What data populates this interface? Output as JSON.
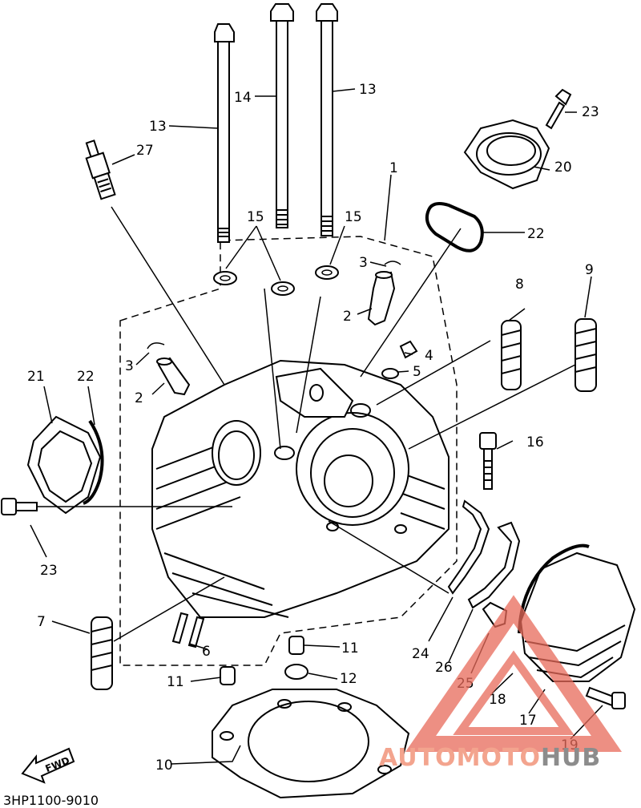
{
  "diagram": {
    "code": "3HP1100-9010",
    "fwd_label": "FWD",
    "watermark": {
      "part1": "AUTOMOTO",
      "part2": "HUB",
      "color_red": "#e86a5a",
      "color_grey": "#8c8c8c"
    },
    "callouts": {
      "c1": "1",
      "c2a": "2",
      "c2b": "2",
      "c3a": "3",
      "c3b": "3",
      "c4": "4",
      "c5": "5",
      "c6": "6",
      "c7": "7",
      "c8": "8",
      "c9": "9",
      "c10": "10",
      "c11a": "11",
      "c11b": "11",
      "c12": "12",
      "c13a": "13",
      "c13b": "13",
      "c14": "14",
      "c15a": "15",
      "c15b": "15",
      "c16": "16",
      "c17": "17",
      "c18": "18",
      "c19": "19",
      "c20": "20",
      "c21": "21",
      "c22a": "22",
      "c22b": "22",
      "c23a": "23",
      "c23b": "23",
      "c24": "24",
      "c25": "25",
      "c26": "26",
      "c27": "27"
    }
  }
}
